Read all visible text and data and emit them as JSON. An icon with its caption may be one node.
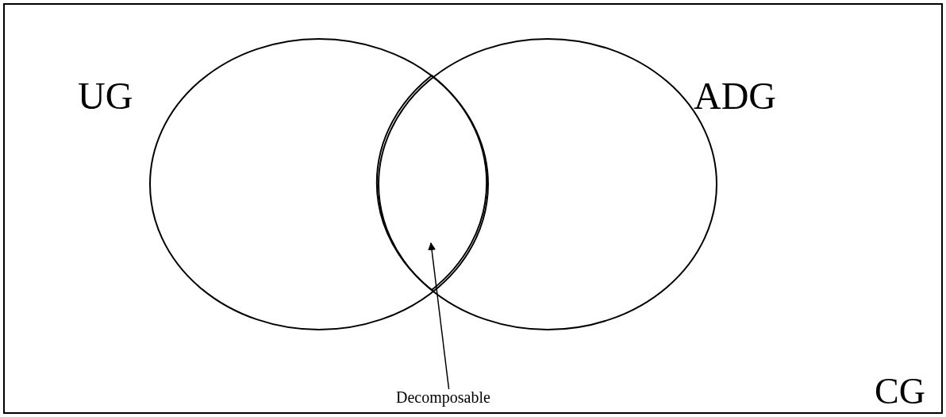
{
  "diagram": {
    "nodes": [
      {
        "text": [
          "CG"
        ]
      },
      {
        "text": [
          "UG"
        ],
        "in": 0
      },
      {
        "text": [
          "ADG"
        ],
        "in": 0
      },
      {
        "text": [
          "Decomposable"
        ],
        "in": 0
      },
      {
        "text": [],
        "shape": "lens"
      }
    ],
    "edges": [
      {
        "from": 3,
        "to": 4,
        "arrow": "to"
      }
    ]
  }
}
